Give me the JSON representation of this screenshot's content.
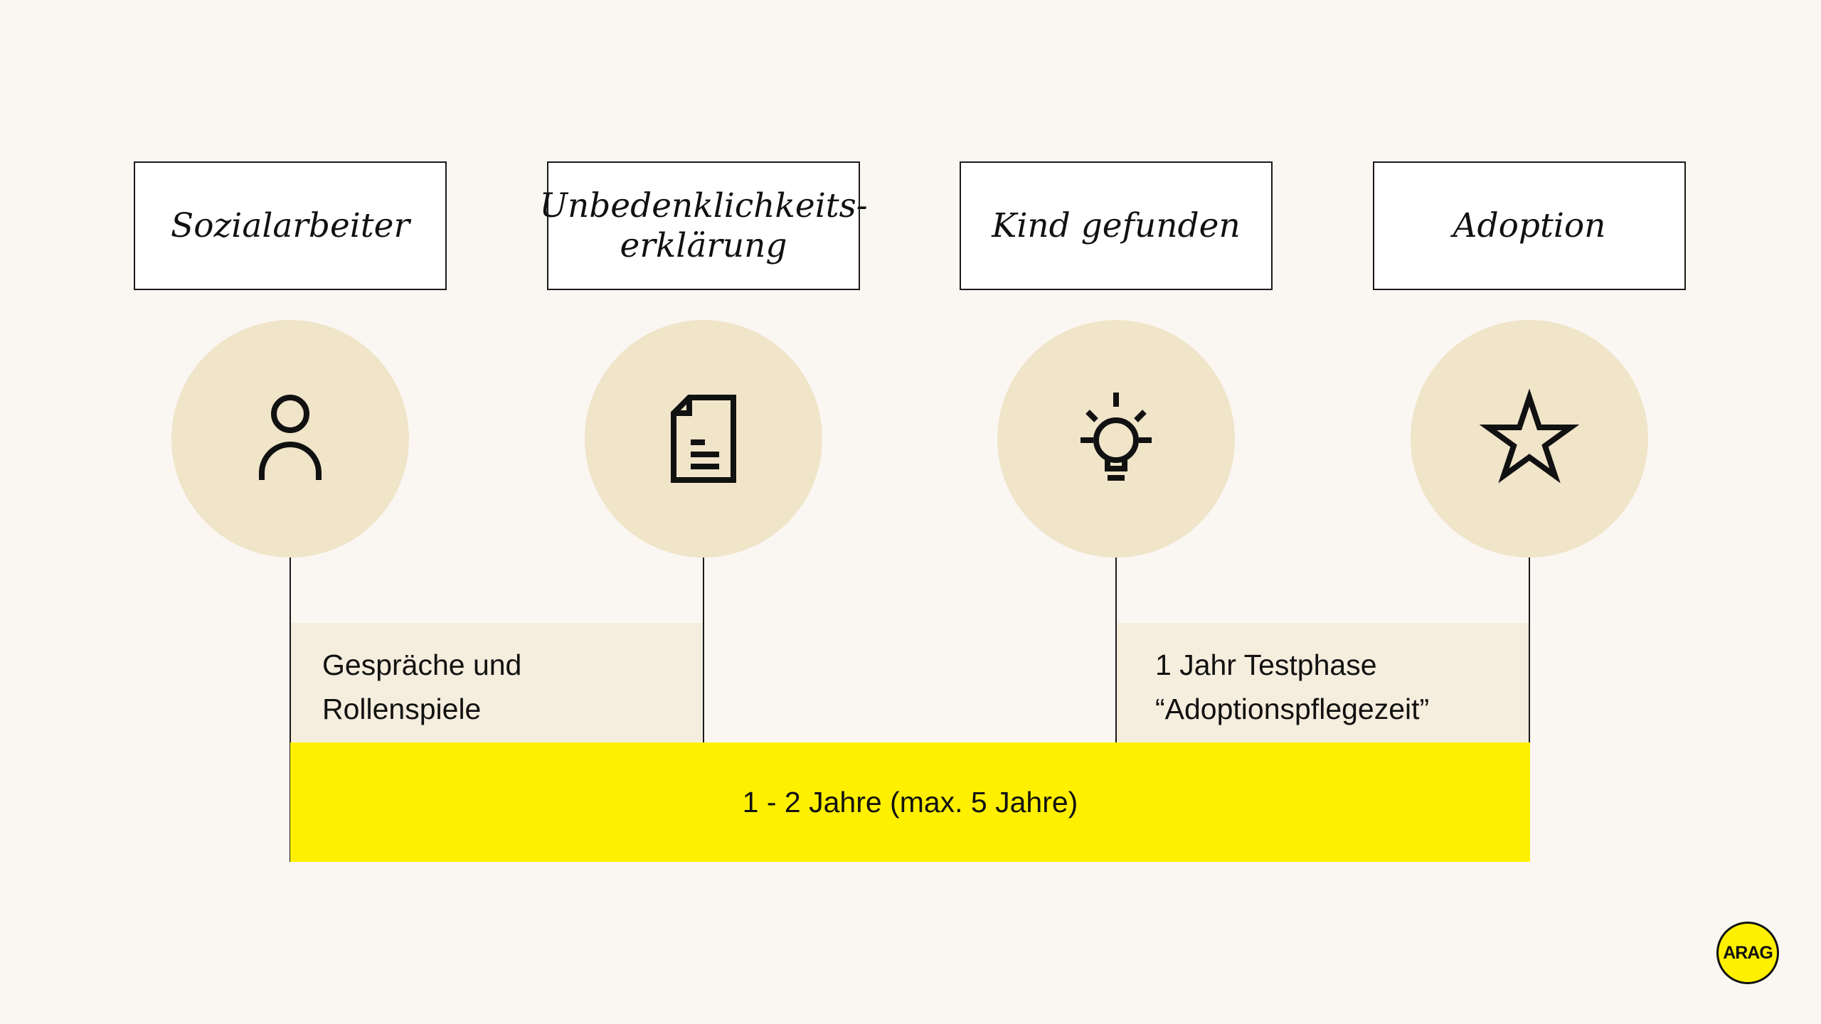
{
  "steps": [
    {
      "label": "Sozialarbeiter",
      "icon": "person-icon"
    },
    {
      "label": "Unbedenklichkeits-\nerklärung",
      "icon": "document-icon"
    },
    {
      "label": "Kind gefunden",
      "icon": "lightbulb-icon"
    },
    {
      "label": "Adoption",
      "icon": "star-icon"
    }
  ],
  "phases": [
    {
      "label": "Gespräche und\nRollenspiele"
    },
    {
      "label": "1 Jahr Testphase\n“Adoptionspflegezeit”"
    }
  ],
  "duration": {
    "label": "1 - 2 Jahre (max. 5 Jahre)"
  },
  "logo": {
    "text": "ARAG"
  },
  "colors": {
    "background": "#faf7f2",
    "circle": "#f0e4c9",
    "phase": "#f5eddd",
    "highlight": "#fff000"
  }
}
